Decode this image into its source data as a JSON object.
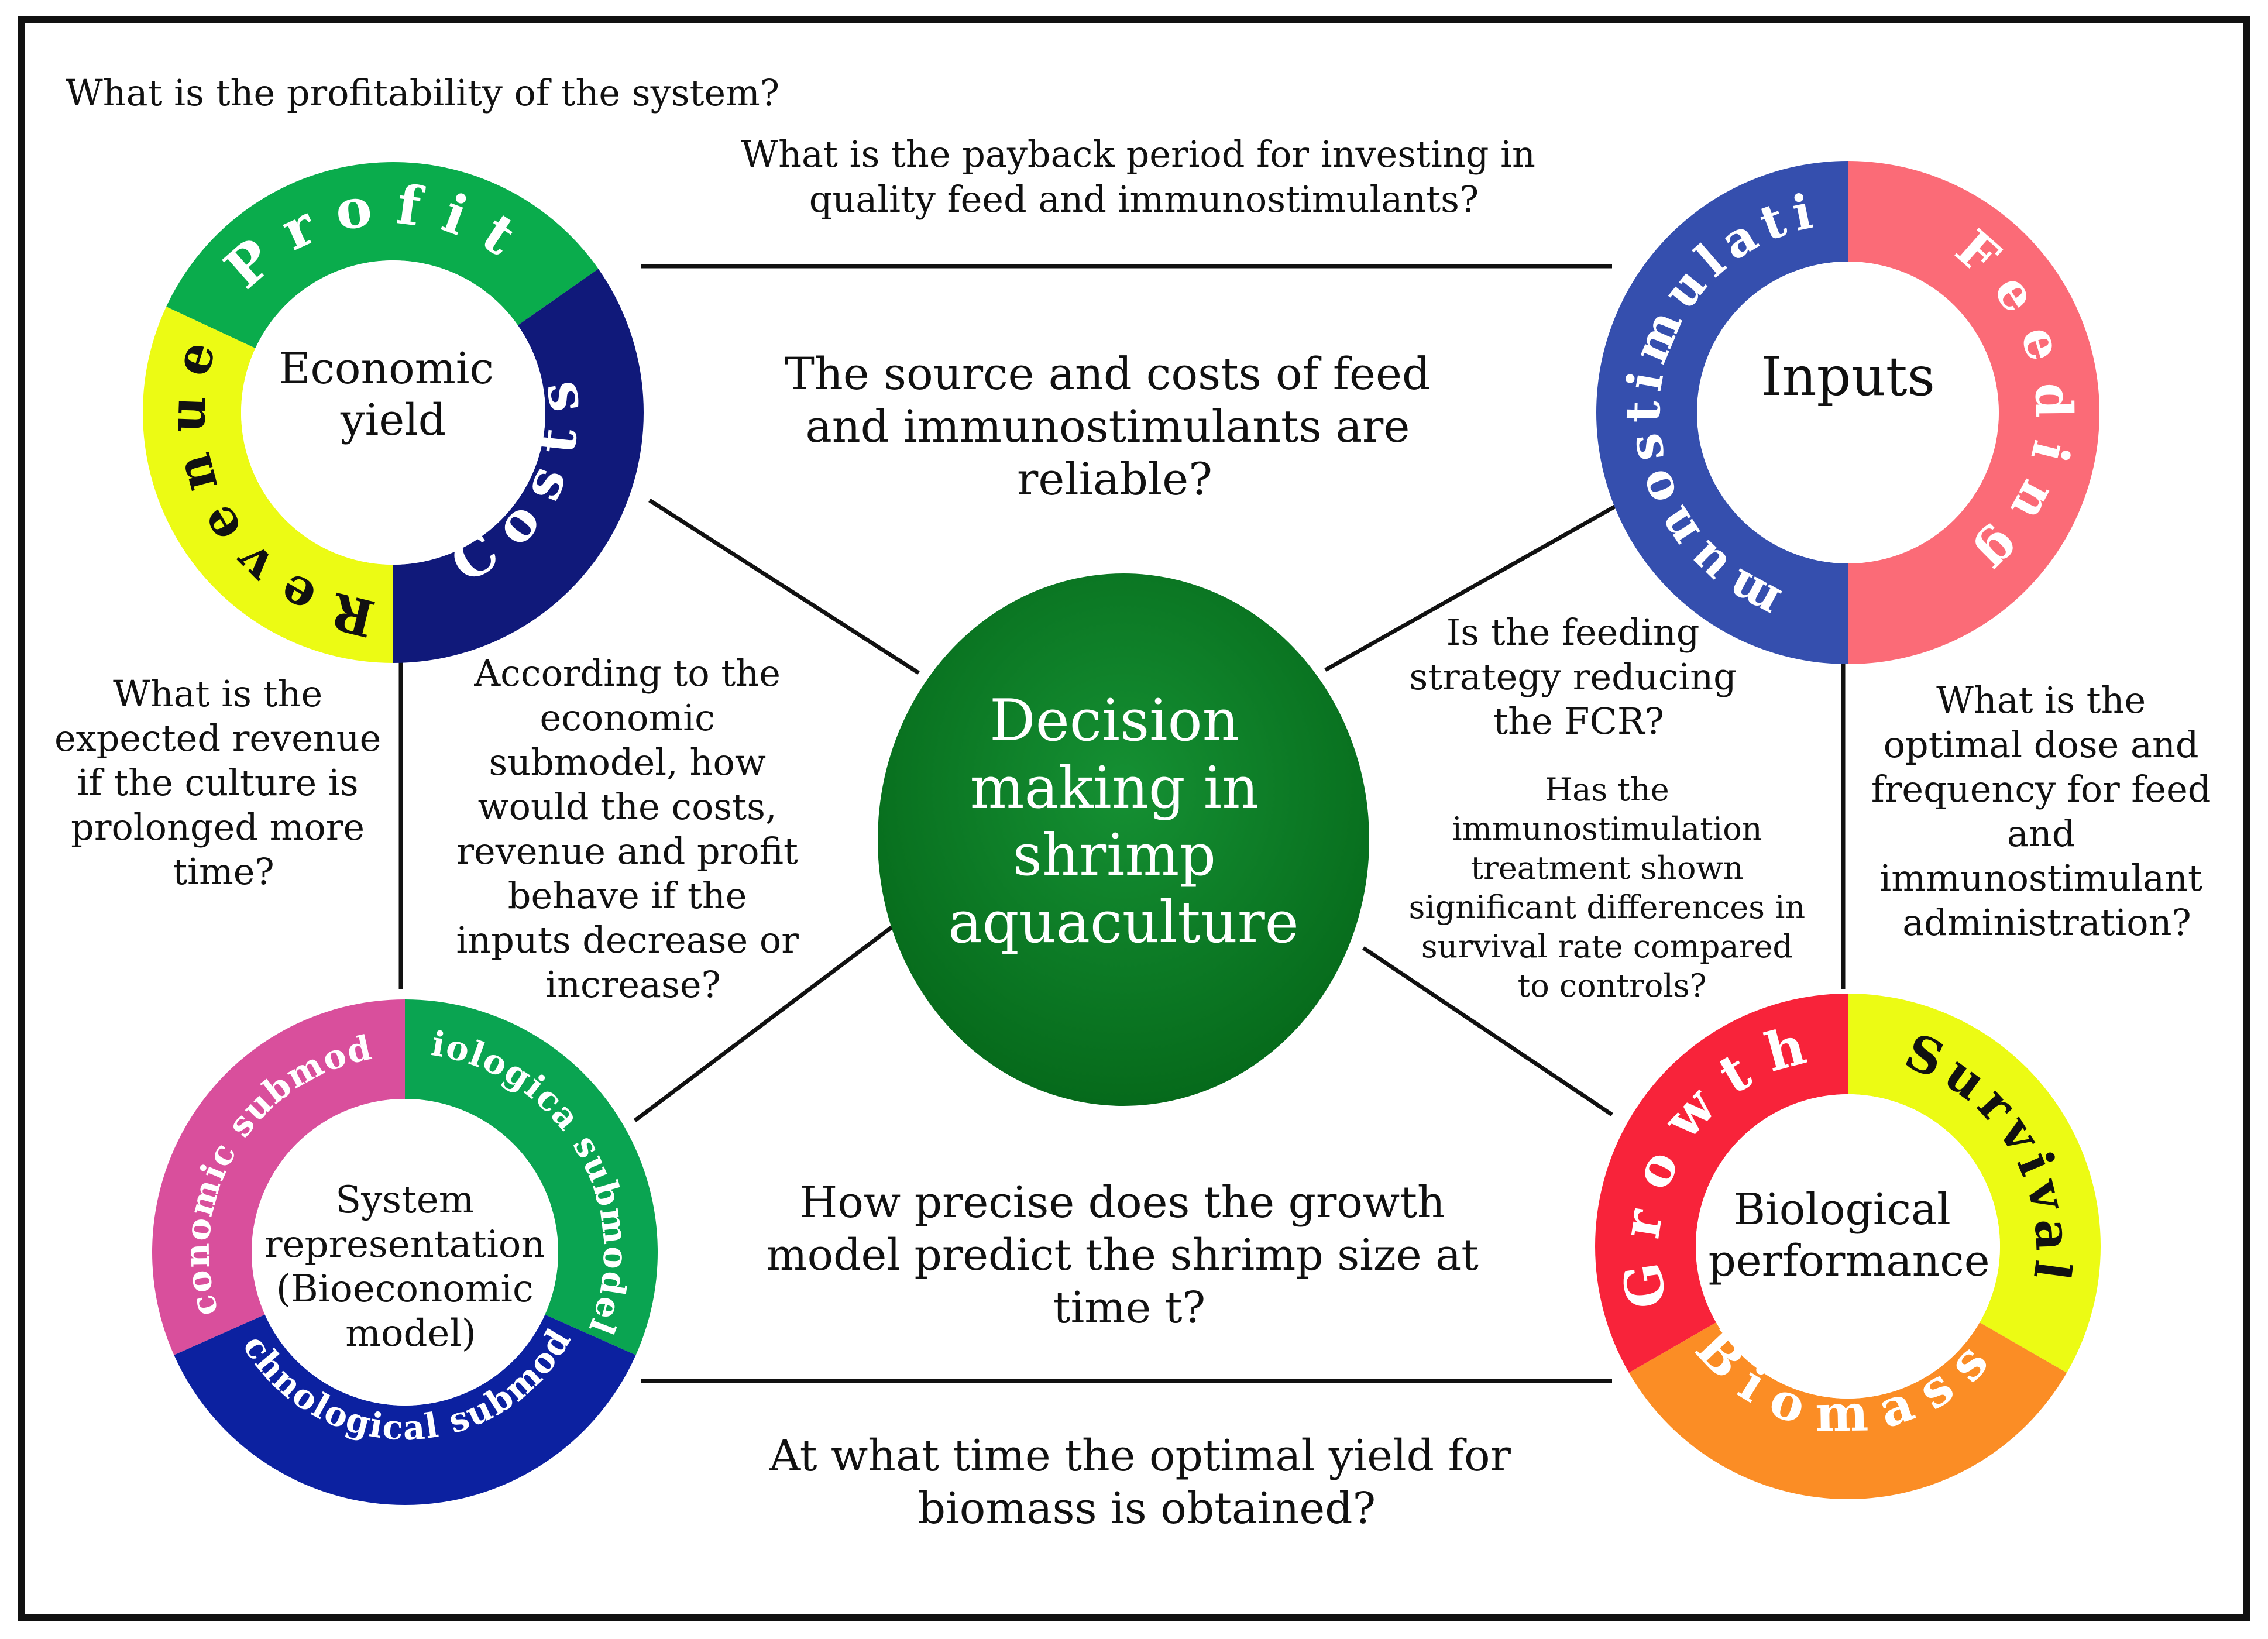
{
  "colors": {
    "border": "#111111",
    "line": "#111111",
    "center_fill": "#0a7a22",
    "center_text": "#ffffff",
    "green": "#0aac4c",
    "navy": "#10197a",
    "yellow": "#ecfb14",
    "blue": "#354fae",
    "pink": "#fb6b77",
    "red": "#f8233a",
    "orange": "#fb8d25",
    "magenta": "#d94f9c",
    "bio_green": "#0aa451",
    "tech_blue": "#0c21a0",
    "arc_text_light": "#ffffff",
    "arc_text_dark": "#111111"
  },
  "center": {
    "label_lines": [
      "Decision",
      "making in",
      "shrimp",
      "aquaculture"
    ]
  },
  "economic_ring": {
    "center_lines": [
      "Economic",
      "yield"
    ],
    "segments": {
      "profit": "Profit",
      "costs": "Costs",
      "revenue": "Revenue"
    }
  },
  "inputs_ring": {
    "center_lines": [
      "Inputs"
    ],
    "segments": {
      "immunostimulation": "Immunostimulation",
      "feeding": "Feeding"
    }
  },
  "biological_ring": {
    "center_lines": [
      "Biological",
      "performance"
    ],
    "segments": {
      "growth": "Growth",
      "survival": "Survival",
      "biomass": "Biomass"
    }
  },
  "system_ring": {
    "center_lines": [
      "System",
      "representation",
      "(Bioeconomic",
      "model)"
    ],
    "segments": {
      "economic": "Economic submodel",
      "biological_a": "Biological",
      "biological_b": "submodel",
      "technological": "Technological submodel"
    }
  },
  "questions": {
    "profitability": [
      "What is the profitability of the system?"
    ],
    "payback": [
      "What is the payback period  for investing in",
      "quality feed and immunostimulants?"
    ],
    "source_costs": [
      "The source and costs of feed",
      "and immunostimulants are",
      "reliable?"
    ],
    "expected_revenue": [
      "What is the",
      "expected revenue",
      "if the culture is",
      "prolonged more",
      "time?"
    ],
    "economic_submodel": [
      "According to the",
      "economic",
      "submodel, how",
      "would the costs,",
      "revenue and profit",
      "behave if the",
      "inputs decrease or",
      "increase?"
    ],
    "feeding_fcr": [
      "Is the feeding",
      "strategy reducing",
      "the FCR?"
    ],
    "immuno_survival": [
      "Has the",
      "immunostimulation",
      "treatment shown",
      "significant differences in",
      "survival rate compared",
      "to controls?"
    ],
    "optimal_dose": [
      "What is the",
      "optimal dose and",
      "frequency for feed",
      "and",
      "immunostimulant",
      "administration?"
    ],
    "growth_model": [
      "How precise does the growth",
      "model predict the shrimp size at",
      "time t?"
    ],
    "optimal_yield": [
      "At what time the optimal yield for",
      "biomass is obtained?"
    ]
  }
}
